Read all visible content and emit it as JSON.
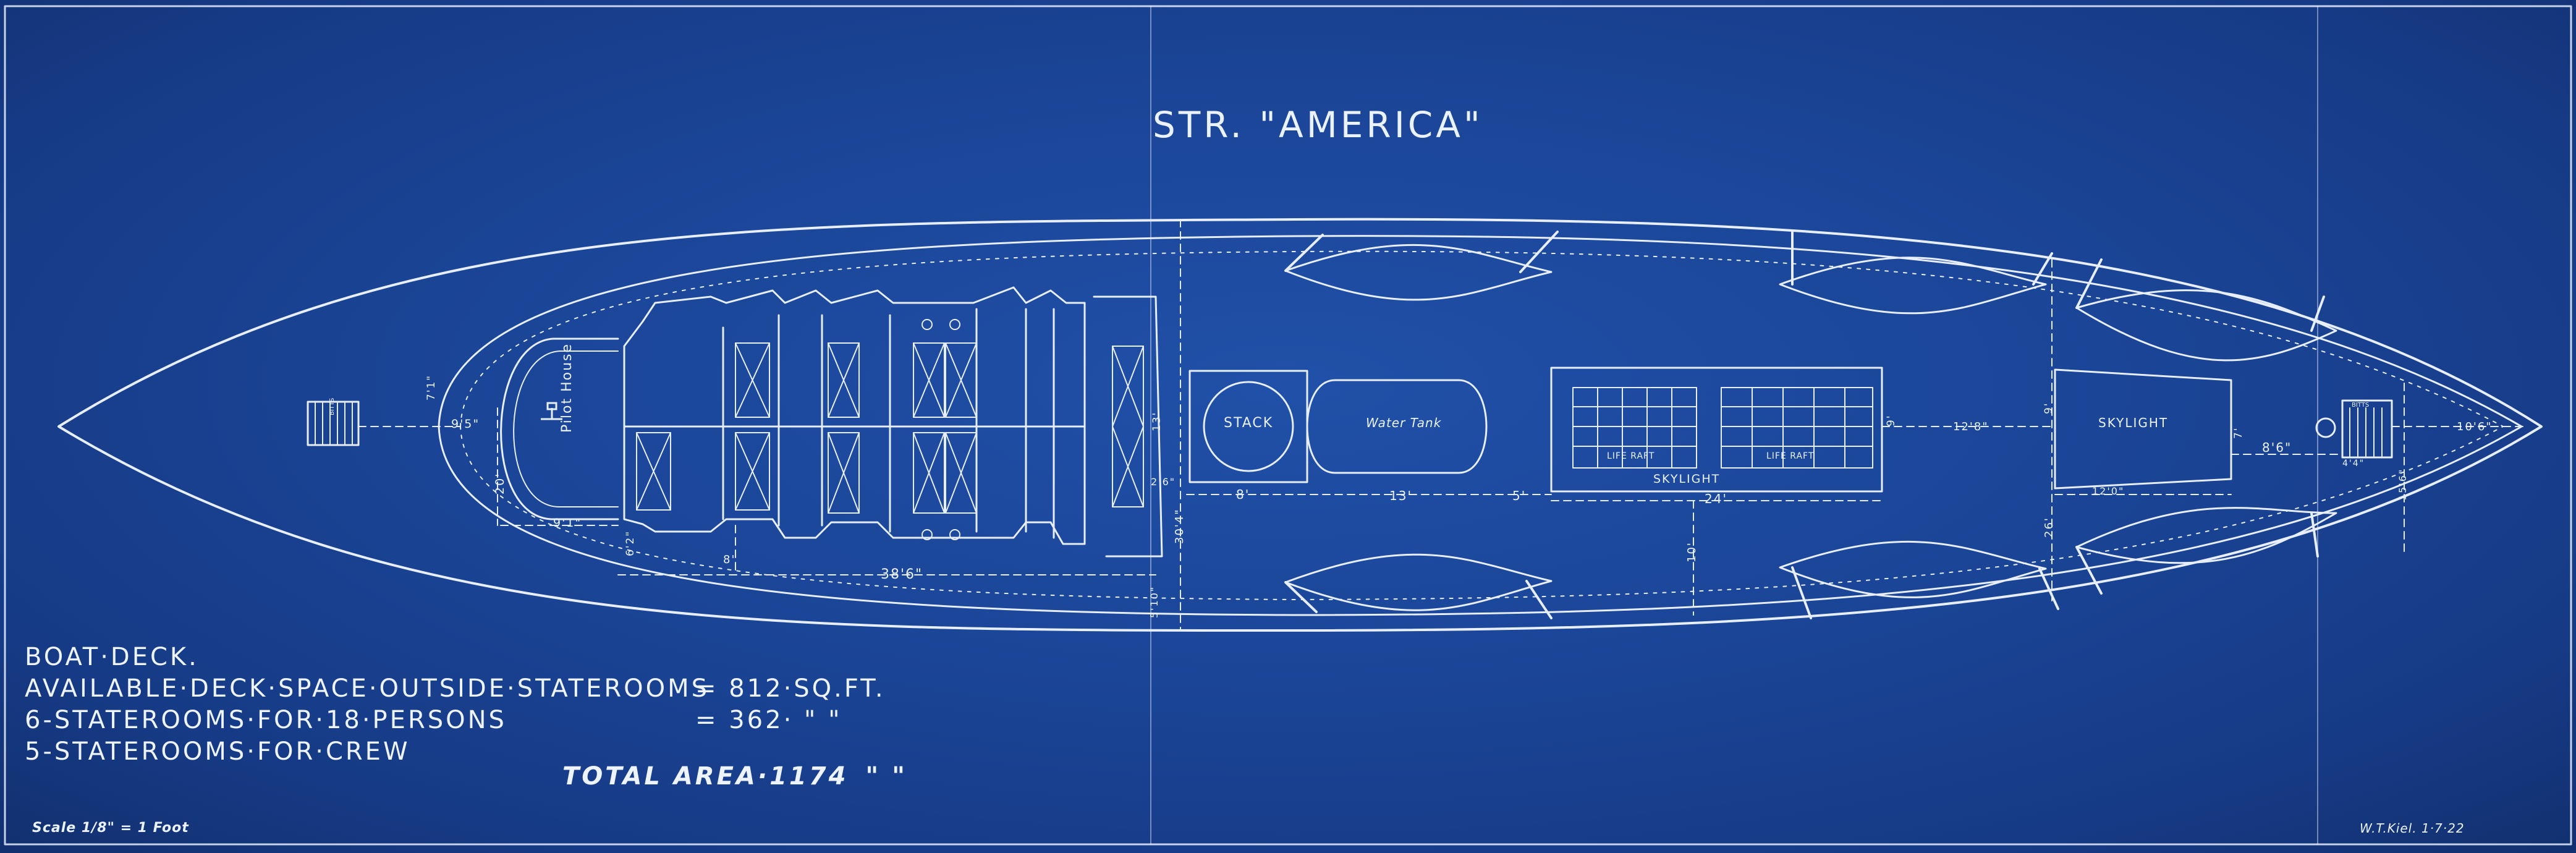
{
  "title": "STR. \"AMERICA\"",
  "deck": {
    "name": "BOAT·DECK.",
    "rows": [
      {
        "label": "AVAILABLE·DECK·SPACE·OUTSIDE·STATEROOMS",
        "value": "= 812·SQ.FT."
      },
      {
        "label": "6-STATEROOMS·FOR·18·PERSONS",
        "value": "= 362· \" \""
      },
      {
        "label": "5-STATEROOMS·FOR·CREW",
        "value": ""
      }
    ],
    "total_label": "TOTAL AREA·1174",
    "total_unit": "\" \""
  },
  "scale": "Scale 1/8\" = 1 Foot",
  "signature": "W.T.Kiel. 1·7·22",
  "labels": {
    "pilot_house": "Pilot House",
    "stack": "STACK",
    "water_tank": "Water Tank",
    "skylight_a": "SKYLIGHT",
    "skylight_b": "SKYLIGHT",
    "life_raft_1": "LIFE RAFT",
    "life_raft_2": "LIFE RAFT",
    "bitts_fwd": "BITTS",
    "bitts_aft": "BITTS"
  },
  "dimensions": {
    "d_9_5": "9'5\"",
    "d_7_1": "7'1\"",
    "d_20": "20'",
    "d_9_1": "9'1\"",
    "d_6_2": "6'2\"",
    "d_8": "8'",
    "d_38_6": "38'6\"",
    "d_13": "13'",
    "d_2_6": "2'6\"",
    "d_30_4": "30'4\"",
    "d_5_10": "5'10\"",
    "d_8b": "8'",
    "d_13b": "13'",
    "d_5": "5'",
    "d_24": "24'",
    "d_9": "9'",
    "d_10": "10'",
    "d_12_8": "12'8\"",
    "d_9b": "9'",
    "d_26": "26'",
    "d_12_0": "12'0\"",
    "d_7": "7'",
    "d_8_6": "8'6\"",
    "d_4_4": "4'4\"",
    "d_15_6": "15'6\"",
    "d_10_6": "10'6\""
  }
}
